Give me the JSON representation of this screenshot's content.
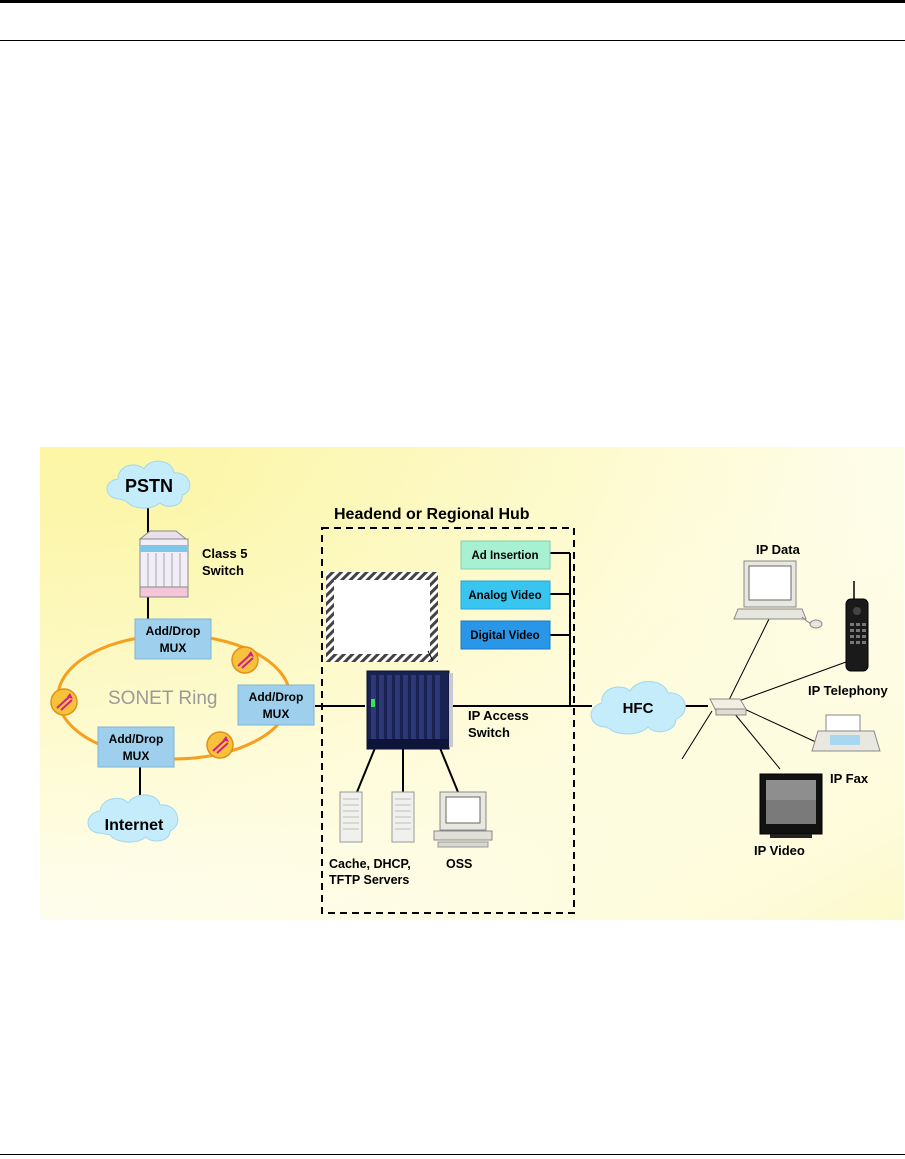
{
  "diagram": {
    "title": "Headend or Regional Hub",
    "clouds": {
      "pstn": "PSTN",
      "internet": "Internet",
      "hfc": "HFC"
    },
    "class5_switch": {
      "line1": "Class 5",
      "line2": "Switch"
    },
    "sonet_ring": "SONET Ring",
    "mux_top": {
      "line1": "Add/Drop",
      "line2": "MUX"
    },
    "mux_right": {
      "line1": "Add/Drop",
      "line2": "MUX"
    },
    "mux_bottom": {
      "line1": "Add/Drop",
      "line2": "MUX"
    },
    "services": {
      "ad_insertion": "Ad Insertion",
      "analog_video": "Analog Video",
      "digital_video": "Digital Video"
    },
    "ip_access_switch": {
      "line1": "IP Access",
      "line2": "Switch"
    },
    "servers": {
      "line1": "Cache, DHCP,",
      "line2": "TFTP Servers"
    },
    "oss": "OSS",
    "endpoints": {
      "ip_data": "IP Data",
      "ip_telephony": "IP Telephony",
      "ip_fax": "IP Fax",
      "ip_video": "IP Video"
    },
    "colors": {
      "cloud": "#c4ecfb",
      "mux": "#9ed0ee",
      "ring": "#f5a020",
      "ad_insertion": "#a8f0d2",
      "analog_video": "#38c6f0",
      "digital_video": "#2a96e8"
    }
  }
}
